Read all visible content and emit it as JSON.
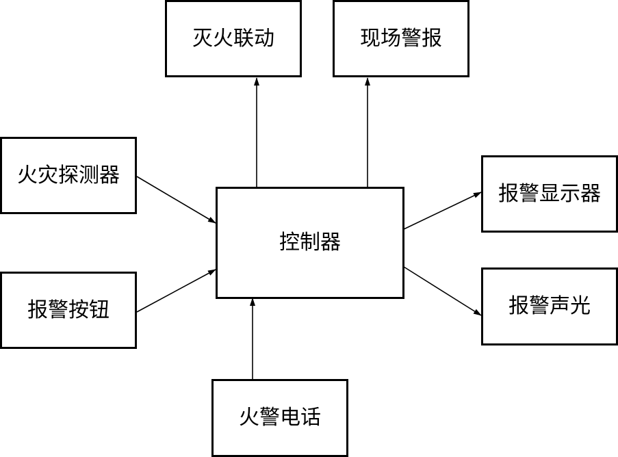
{
  "nodes": {
    "fire_linkage": "灭火联动",
    "onsite_alarm": "现场警报",
    "fire_detector": "火灾探测器",
    "alarm_button": "报警按钮",
    "controller": "控制器",
    "fire_phone": "火警电话",
    "alarm_display": "报警显示器",
    "alarm_sound_light": "报警声光"
  }
}
